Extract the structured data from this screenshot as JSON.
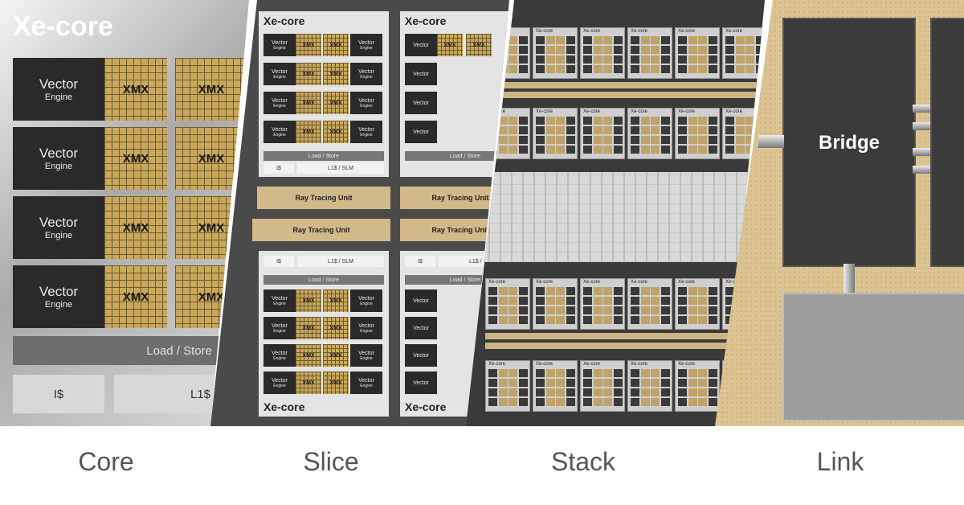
{
  "core": {
    "logo": "Xe-core",
    "vector_line1": "Vector",
    "vector_line2": "Engine",
    "xmx": "XMX",
    "load_store": "Load / Store",
    "icache": "I$",
    "l1": "L1$"
  },
  "slice": {
    "core_label": "Xe-core",
    "vector_line1": "Vector",
    "vector_line2": "Engine",
    "xmx": "XMX",
    "load_store": "Load / Store",
    "icache": "I$",
    "l1_slm": "L1$ / SLM",
    "ray_tracing": "Ray Tracing Unit"
  },
  "stack": {
    "core_label": "Xe-core"
  },
  "link": {
    "bridge": "Bridge"
  },
  "captions": [
    "Core",
    "Slice",
    "Stack",
    "Link"
  ],
  "colors": {
    "gold": "#c9a85e",
    "dark": "#2a2a2a",
    "tan": "#d2b98a",
    "caption": "#555555"
  }
}
